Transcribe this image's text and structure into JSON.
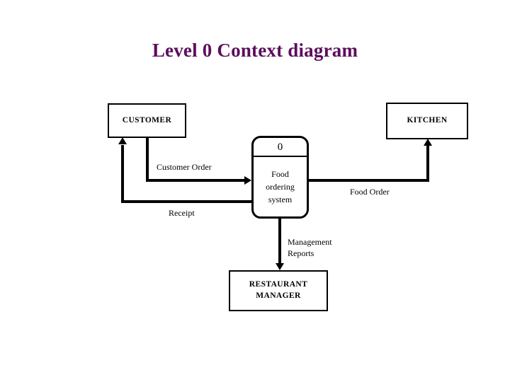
{
  "page": {
    "title": "Level 0 Context diagram",
    "title_color": "#5C0E5C",
    "background_color": "#FFFFFF",
    "line_color": "#000000"
  },
  "diagram": {
    "type": "data-flow-diagram",
    "level": "0",
    "entities": [
      {
        "id": "customer",
        "label": "CUSTOMER"
      },
      {
        "id": "kitchen",
        "label": "KITCHEN"
      },
      {
        "id": "manager",
        "label": "RESTAURANT\nMANAGER",
        "line1": "RESTAURANT",
        "line2": "MANAGER"
      }
    ],
    "process": {
      "number": "0",
      "name": "Food ordering system",
      "name_line1": "Food",
      "name_line2": "ordering",
      "name_line3": "system"
    },
    "flows": [
      {
        "id": "customer-order",
        "label": "Customer Order",
        "from": "customer",
        "to": "process",
        "direction": "right"
      },
      {
        "id": "receipt",
        "label": "Receipt",
        "from": "process",
        "to": "customer",
        "direction": "up"
      },
      {
        "id": "food-order",
        "label": "Food Order",
        "from": "process",
        "to": "kitchen",
        "direction": "up"
      },
      {
        "id": "management-reports",
        "label": "Management Reports",
        "from": "process",
        "to": "manager",
        "direction": "down",
        "line1": "Management",
        "line2": "Reports"
      }
    ]
  }
}
